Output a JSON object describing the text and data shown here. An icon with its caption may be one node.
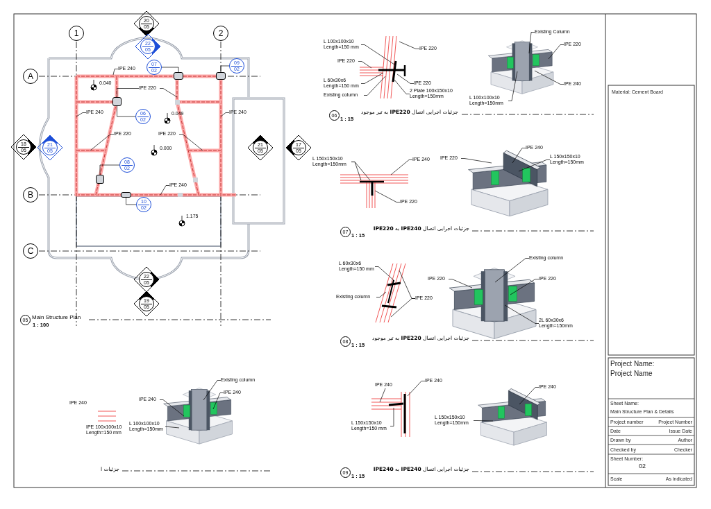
{
  "diagram": {
    "title": "Main Structure Plan",
    "nodes": [
      {
        "text": [
          "1"
        ]
      },
      {
        "text": [
          "2"
        ]
      },
      {
        "text": [
          "A"
        ]
      },
      {
        "text": [
          "B"
        ]
      },
      {
        "text": [
          "C"
        ]
      },
      {
        "text": [
          "20",
          "05"
        ]
      },
      {
        "text": [
          "22",
          "05"
        ]
      },
      {
        "text": [
          "18",
          "05"
        ]
      },
      {
        "text": [
          "21",
          "05"
        ]
      },
      {
        "text": [
          "21",
          "05"
        ]
      },
      {
        "text": [
          "17",
          "05"
        ]
      },
      {
        "text": [
          "22",
          "05"
        ]
      },
      {
        "text": [
          "19",
          "05"
        ]
      },
      {
        "text": [
          "07",
          "02"
        ]
      },
      {
        "text": [
          "09",
          "02"
        ]
      },
      {
        "text": [
          "06",
          "02"
        ]
      },
      {
        "text": [
          "08",
          "02"
        ]
      },
      {
        "text": [
          "10",
          "02"
        ]
      },
      {
        "text": [
          "IPE 240"
        ]
      },
      {
        "text": [
          "IPE 220"
        ]
      },
      {
        "text": [
          "IPE 240"
        ]
      },
      {
        "text": [
          "IPE 240"
        ]
      },
      {
        "text": [
          "IPE 220"
        ]
      },
      {
        "text": [
          "IPE 220"
        ]
      },
      {
        "text": [
          "IPE 240"
        ]
      },
      {
        "text": [
          "05"
        ],
        "beside": [
          "1 : 100"
        ]
      },
      {
        "text": [
          "06"
        ],
        "beside": [
          "جزئیات اجرایی اتصال **IPE220** به تیر موجود",
          "1 : 15"
        ]
      },
      {
        "text": [
          "07"
        ],
        "beside": [
          "جزئیات اجرایی اتصال **IPE240** به **IPE220**",
          "1 : 15"
        ]
      },
      {
        "text": [
          "08"
        ],
        "beside": [
          "جزئیات اجرایی اتصال **IPE220** به تیر موجود",
          "1 : 15"
        ]
      },
      {
        "text": [
          "09"
        ],
        "beside": [
          "جزئیات اجرایی اتصال **IPE240** به **IPE240**",
          "1 : 15"
        ]
      },
      {
        "text": [
          "L 100x100x10 Length=150 mm"
        ]
      },
      {
        "text": [
          "IPE 220"
        ]
      },
      {
        "text": [
          "L 60x30x6 Length=150 mm"
        ]
      },
      {
        "text": [
          "Existing column"
        ]
      },
      {
        "text": [
          "IPE 220"
        ]
      },
      {
        "text": [
          "IPE 220"
        ]
      },
      {
        "text": [
          "2 Plate 100x150x10 Length=150mm"
        ]
      },
      {
        "text": [
          "Existing Column"
        ]
      },
      {
        "text": [
          "IPE 220"
        ]
      },
      {
        "text": [
          "IPE 240"
        ]
      },
      {
        "text": [
          "L 100x100x10 Length=150mm"
        ]
      },
      {
        "text": [
          "L 150x150x10 Length=150mm"
        ]
      },
      {
        "text": [
          "IPE 240"
        ]
      },
      {
        "text": [
          "IPE 220"
        ]
      },
      {
        "text": [
          "IPE 220"
        ]
      },
      {
        "text": [
          "IPE 240"
        ]
      },
      {
        "text": [
          "L 150x150x10 Length=150mm"
        ]
      },
      {
        "text": [
          "L 60x30x6 Length=150 mm"
        ]
      },
      {
        "text": [
          "Existing column"
        ]
      },
      {
        "text": [
          "IPE 220"
        ]
      },
      {
        "text": [
          "Existing column"
        ]
      },
      {
        "text": [
          "IPE 220"
        ]
      },
      {
        "text": [
          "IPE 220"
        ]
      },
      {
        "text": [
          "2L 60x30x6 Length=150mm"
        ]
      },
      {
        "text": [
          "IPE 240"
        ]
      },
      {
        "text": [
          "IPE 240"
        ]
      },
      {
        "text": [
          "L 150x150x10 Length=150 mm"
        ]
      },
      {
        "text": [
          "IPE 240"
        ]
      },
      {
        "text": [
          "L 150x150x10 Length=150mm"
        ]
      },
      {
        "text": [
          "Existing column"
        ]
      },
      {
        "text": [
          "IPE 240"
        ]
      },
      {
        "text": [
          "IPE 240"
        ]
      },
      {
        "text": [
          "L 100x100x10 Length=150mm"
        ]
      },
      {
        "text": [],
        "shape": "box"
      },
      {
        "text": [],
        "shape": "box"
      },
      {
        "text": [],
        "shape": "box"
      },
      {
        "text": [],
        "shape": "box"
      },
      {
        "text": [],
        "shape": "box"
      }
    ],
    "edges": [
      {
        "from": 13,
        "to": 63,
        "arrow": "none"
      },
      {
        "from": 14,
        "to": 64,
        "arrow": "none"
      },
      {
        "from": 15,
        "to": 65,
        "arrow": "none"
      },
      {
        "from": 16,
        "to": 66,
        "arrow": "none"
      },
      {
        "from": 17,
        "to": 67,
        "arrow": "none"
      },
      {
        "from": 18,
        "to": null,
        "arrow": "none"
      },
      {
        "from": 19,
        "to": 65,
        "arrow": "none"
      },
      {
        "from": 19,
        "to": null,
        "arrow": "none"
      },
      {
        "from": 20,
        "to": null,
        "arrow": "none"
      },
      {
        "from": 21,
        "to": null,
        "arrow": "none"
      },
      {
        "from": 22,
        "to": null,
        "arrow": "none"
      },
      {
        "from": 23,
        "to": null,
        "arrow": "none"
      },
      {
        "from": 24,
        "to": null,
        "arrow": "none"
      },
      {
        "from": 30,
        "to": null,
        "arrow": "none"
      },
      {
        "from": 31,
        "to": null,
        "arrow": "none"
      },
      {
        "from": 32,
        "to": null,
        "arrow": "none"
      },
      {
        "from": 33,
        "to": null,
        "arrow": "none"
      },
      {
        "from": 34,
        "to": null,
        "arrow": "none"
      },
      {
        "from": 35,
        "to": null,
        "arrow": "none"
      },
      {
        "from": 36,
        "to": null,
        "arrow": "none"
      },
      {
        "from": 37,
        "to": null,
        "arrow": "none"
      },
      {
        "from": 38,
        "to": null,
        "arrow": "none"
      },
      {
        "from": 39,
        "to": null,
        "arrow": "none"
      },
      {
        "from": 40,
        "to": null,
        "arrow": "none"
      },
      {
        "from": 41,
        "to": null,
        "arrow": "none"
      },
      {
        "from": 41,
        "to": null,
        "arrow": "none"
      },
      {
        "from": 42,
        "to": null,
        "arrow": "none"
      },
      {
        "from": 43,
        "to": null,
        "arrow": "none"
      },
      {
        "from": 44,
        "to": null,
        "arrow": "none"
      },
      {
        "from": 45,
        "to": null,
        "arrow": "none"
      },
      {
        "from": 46,
        "to": null,
        "arrow": "none"
      },
      {
        "from": 47,
        "to": null,
        "arrow": "none"
      },
      {
        "from": 48,
        "to": null,
        "arrow": "none"
      },
      {
        "from": 49,
        "to": null,
        "arrow": "none"
      },
      {
        "from": 49,
        "to": null,
        "arrow": "none"
      },
      {
        "from": 50,
        "to": null,
        "arrow": "none"
      },
      {
        "from": 51,
        "to": null,
        "arrow": "none"
      },
      {
        "from": 52,
        "to": null,
        "arrow": "none"
      },
      {
        "from": 53,
        "to": null,
        "arrow": "none"
      },
      {
        "from": 54,
        "to": null,
        "arrow": "none"
      },
      {
        "from": 55,
        "to": null,
        "arrow": "none"
      },
      {
        "from": 56,
        "to": null,
        "arrow": "none"
      },
      {
        "from": 57,
        "to": null,
        "arrow": "none"
      },
      {
        "from": 58,
        "to": null,
        "arrow": "none"
      },
      {
        "from": 59,
        "to": null,
        "arrow": "none"
      },
      {
        "from": 60,
        "to": null,
        "arrow": "none"
      },
      {
        "from": 61,
        "to": null,
        "arrow": "none"
      },
      {
        "from": 62,
        "to": null,
        "arrow": "none"
      }
    ],
    "labels": [
      "0.040",
      "0.049",
      "0.000",
      "1.175",
      "IPE 240",
      "IPE 100x100x10 Length=150 mm",
      "جزئیات ا",
      "Material: Cement Board",
      "Project Name:",
      "Project Name",
      "Sheet Name:",
      "Main Structure Plan & Details",
      "Project number",
      "Project Number",
      "Date",
      "Issue Date",
      "Drawn by",
      "Author",
      "Checked by",
      "Checker",
      "Sheet Number:",
      "02",
      "Scale",
      "As indicated"
    ]
  }
}
